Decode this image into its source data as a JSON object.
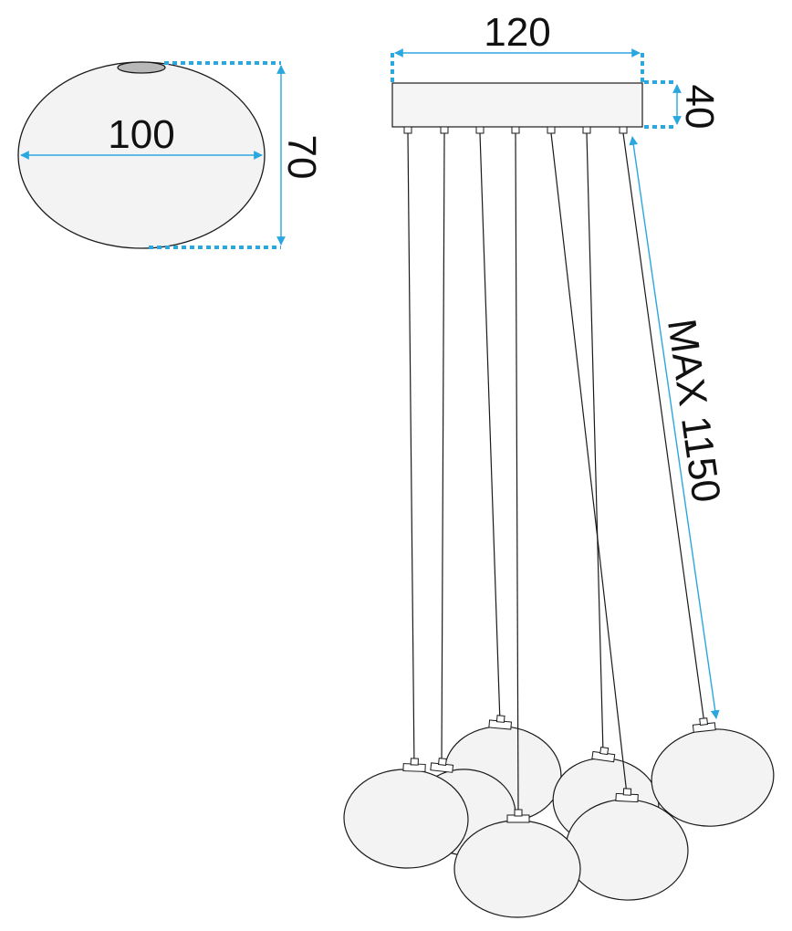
{
  "dimensions": {
    "shade_width": "100",
    "shade_height": "70",
    "canopy_width": "120",
    "canopy_height": "40",
    "max_length": "MAX 1150"
  },
  "colors": {
    "dimension_line": "#2aa7df",
    "outline": "#1a1a1a",
    "shade_fill": "#f3f3f3",
    "canopy_fill": "#f5f5f5",
    "socket_top": "#b8b8b8"
  },
  "pendant_count": 7
}
